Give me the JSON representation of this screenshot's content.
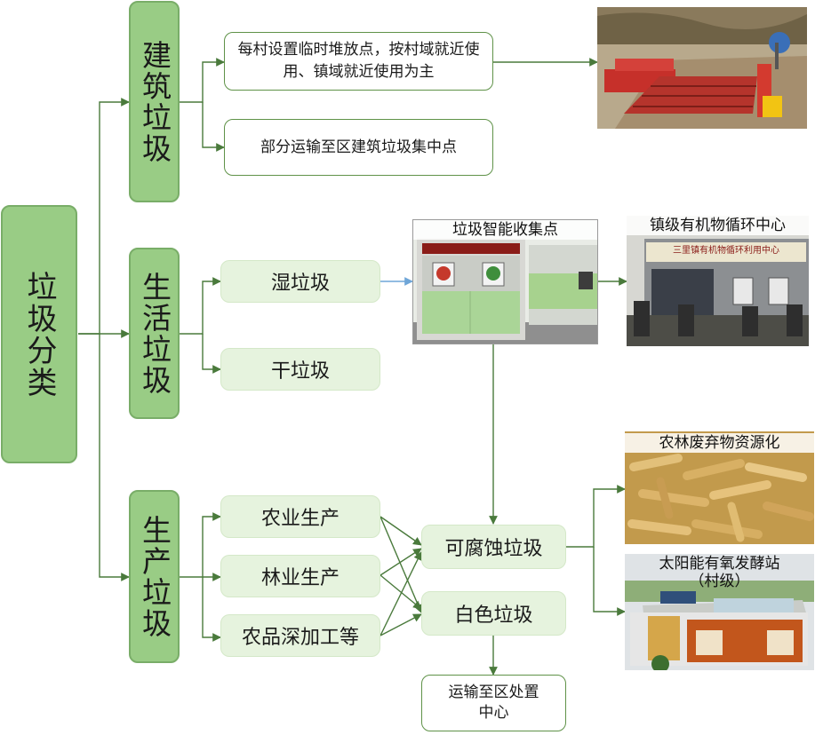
{
  "root": {
    "label": "垃圾分类"
  },
  "categories": [
    {
      "id": "construction",
      "label": "建筑垃圾"
    },
    {
      "id": "domestic",
      "label": "生活垃圾"
    },
    {
      "id": "production",
      "label": "生产垃圾"
    }
  ],
  "construction": {
    "item1": "每村设置临时堆放点，按村域就近使用、镇域就近使用为主",
    "item2": "部分运输至区建筑垃圾集中点"
  },
  "domestic": {
    "wet": "湿垃圾",
    "dry": "干垃圾"
  },
  "production": {
    "agri": "农业生产",
    "forest": "林业生产",
    "processing": "农品深加工等"
  },
  "waste_types": {
    "biodegradable": "可腐蚀垃圾",
    "white": "白色垃圾"
  },
  "destinations": {
    "transport": "运输至区处置中心"
  },
  "photos": {
    "collection_point": "垃圾智能收集点",
    "organic_center": "镇级有机物循环中心",
    "organic_sign": "三里镇有机物循环利用中心",
    "agroforestry": "农林废弃物资源化",
    "solar_station_line1": "太阳能有氧发酵站",
    "solar_station_line2": "（村级）"
  },
  "colors": {
    "primary_green": "#99cc85",
    "light_green": "#e6f3de",
    "connector": "#4a7a3c",
    "blue_arrow": "#6fa6d8"
  }
}
